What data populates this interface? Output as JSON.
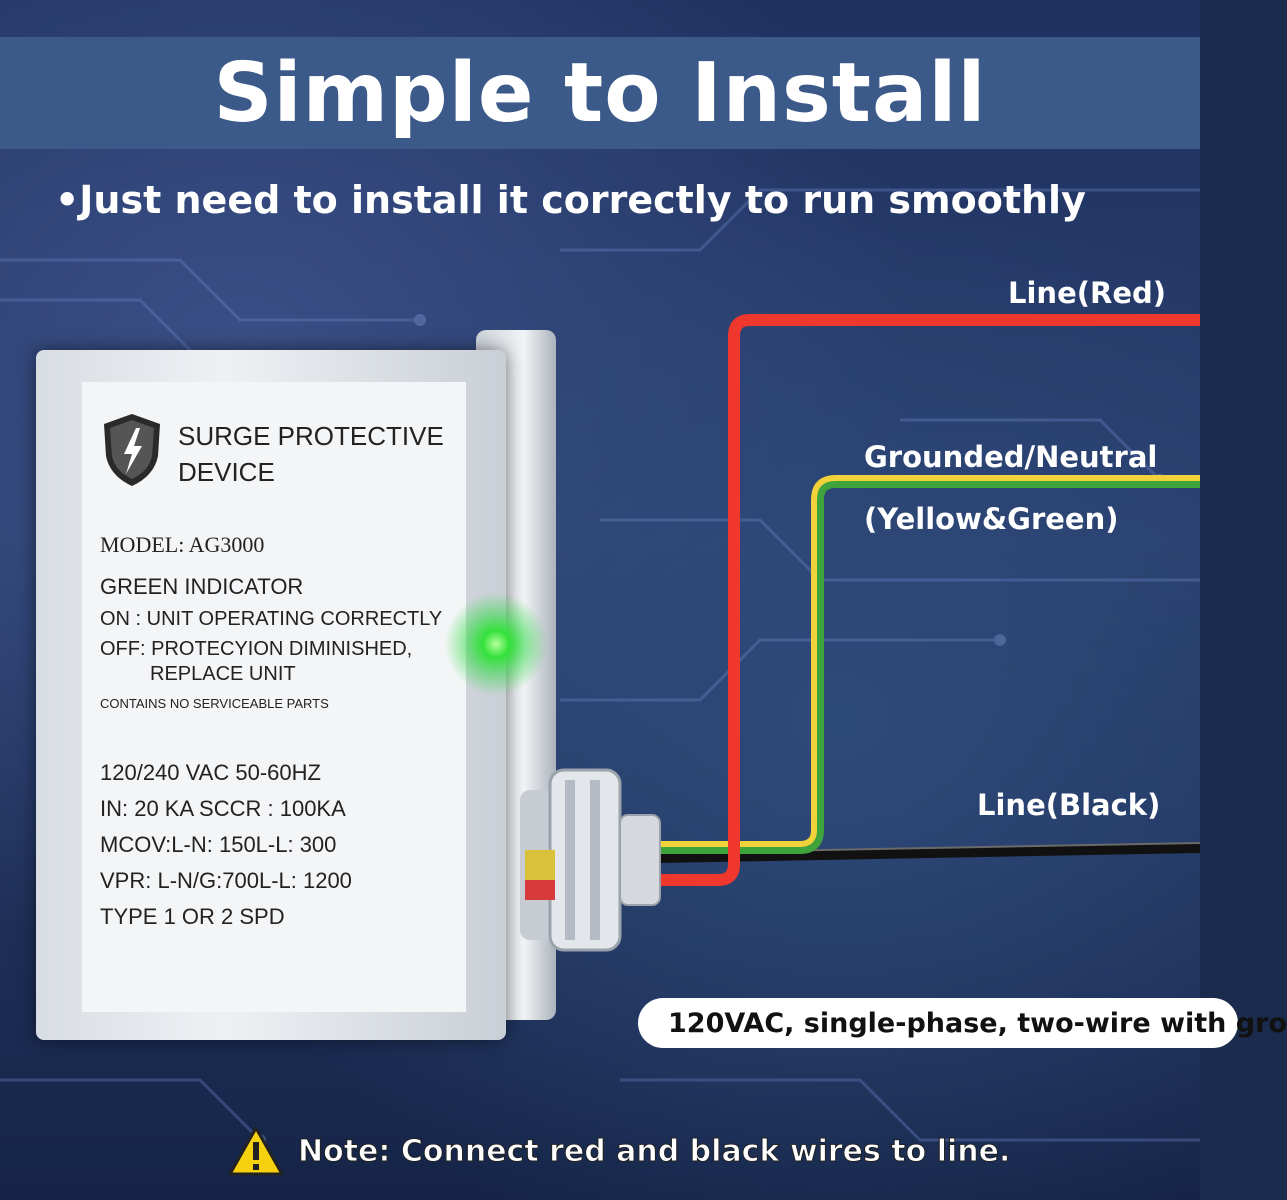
{
  "header": {
    "title": "Simple to Install"
  },
  "subtitle": "•Just need to install it correctly to run smoothly",
  "wires": {
    "line_red": "Line(Red)",
    "neutral_1": "Grounded/Neutral",
    "neutral_2": "(Yellow&Green)",
    "line_black": "Line(Black)",
    "colors": {
      "red": "#f0372e",
      "yellow": "#f2d23a",
      "green": "#3fa33b",
      "black": "#111111"
    }
  },
  "device": {
    "title_1": "SURGE PROTECTIVE",
    "title_2": "DEVICE",
    "model": "MODEL: AG3000",
    "indicator": "GREEN INDICATOR",
    "on": "ON  : UNIT OPERATING CORRECTLY",
    "off": "OFF: PROTECYION DIMINISHED,",
    "replace": "REPLACE UNIT",
    "no_service": "CONTAINS NO SERVICEABLE PARTS",
    "spec_1": "120/240 VAC 50-60HZ",
    "spec_2": "IN: 20 KA SCCR : 100KA",
    "spec_3": "MCOV:L-N: 150L-L: 300",
    "spec_4": "VPR: L-N/G:700L-L: 1200",
    "spec_5": "TYPE 1 OR 2 SPD",
    "indicator_color": "#33e13b"
  },
  "pill_text": "120VAC, single-phase, two-wire with gro",
  "note": "Note: Connect red and black wires to line."
}
